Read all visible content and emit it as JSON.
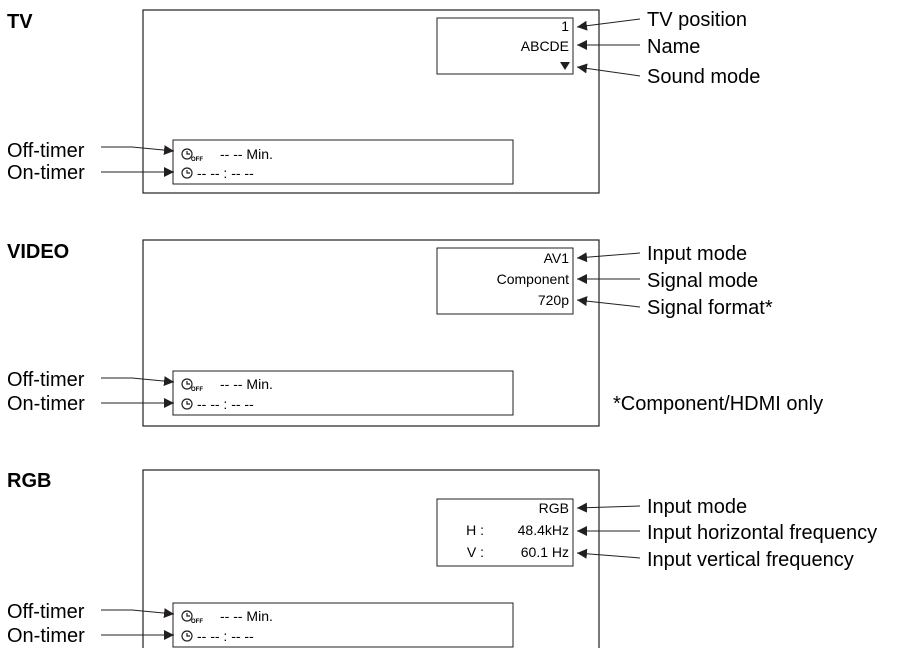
{
  "tv": {
    "title": "TV",
    "osd": {
      "position": "1",
      "name": "ABCDE"
    },
    "callouts": {
      "position": "TV position",
      "name": "Name",
      "sound_mode": "Sound mode"
    },
    "timers": {
      "off_value": "-- -- Min.",
      "on_value": "-- -- : -- --",
      "off_label": "Off-timer",
      "on_label": "On-timer"
    }
  },
  "video": {
    "title": "VIDEO",
    "osd": {
      "input": "AV1",
      "signal_mode": "Component",
      "signal_format": "720p"
    },
    "callouts": {
      "input": "Input mode",
      "signal_mode": "Signal mode",
      "signal_format": "Signal format*"
    },
    "timers": {
      "off_value": "-- -- Min.",
      "on_value": "-- -- : -- --",
      "off_label": "Off-timer",
      "on_label": "On-timer"
    },
    "footnote": "*Component/HDMI only"
  },
  "rgb": {
    "title": "RGB",
    "osd": {
      "input": "RGB",
      "h_label": "H :",
      "h_value": "48.4kHz",
      "v_label": "V :",
      "v_value": "60.1  Hz"
    },
    "callouts": {
      "input": "Input mode",
      "h_freq": "Input horizontal frequency",
      "v_freq": "Input vertical frequency"
    },
    "timers": {
      "off_value": "-- -- Min.",
      "on_value": "-- -- : -- --",
      "off_label": "Off-timer",
      "on_label": "On-timer"
    }
  },
  "icons": {
    "off_timer": "clock-off-icon",
    "on_timer": "clock-icon",
    "sound_mode": "triangle-down-icon"
  }
}
